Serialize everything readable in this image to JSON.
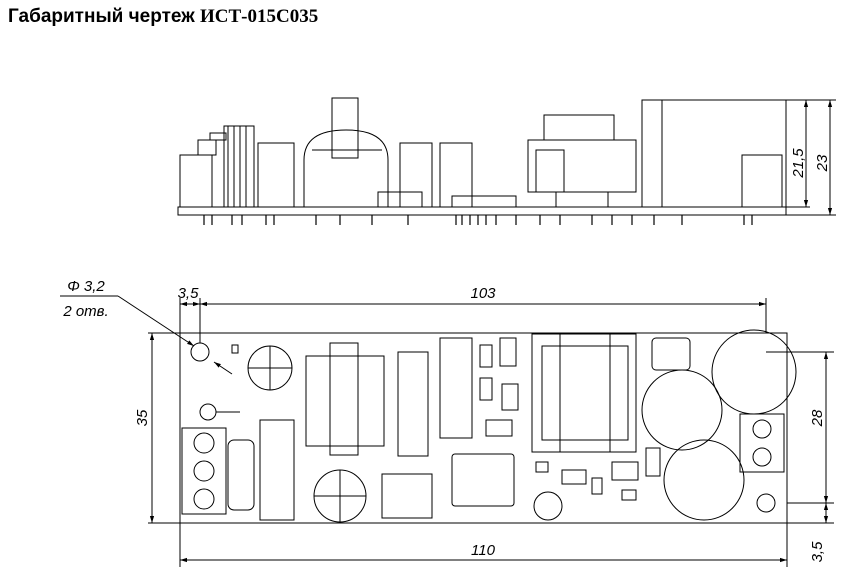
{
  "title": {
    "part1": "Габаритный чертеж",
    "part2": "ИСТ-015С035"
  },
  "dimensions": {
    "height_body": "21,5",
    "height_total": "23",
    "hole_dia": "Φ 3,2",
    "hole_count": "2 отв.",
    "hole_offset_x": "3,5",
    "hole_spacing_x": "103",
    "board_width": "35",
    "hole_spacing_y": "28",
    "board_length": "110",
    "hole_offset_y": "3,5"
  }
}
